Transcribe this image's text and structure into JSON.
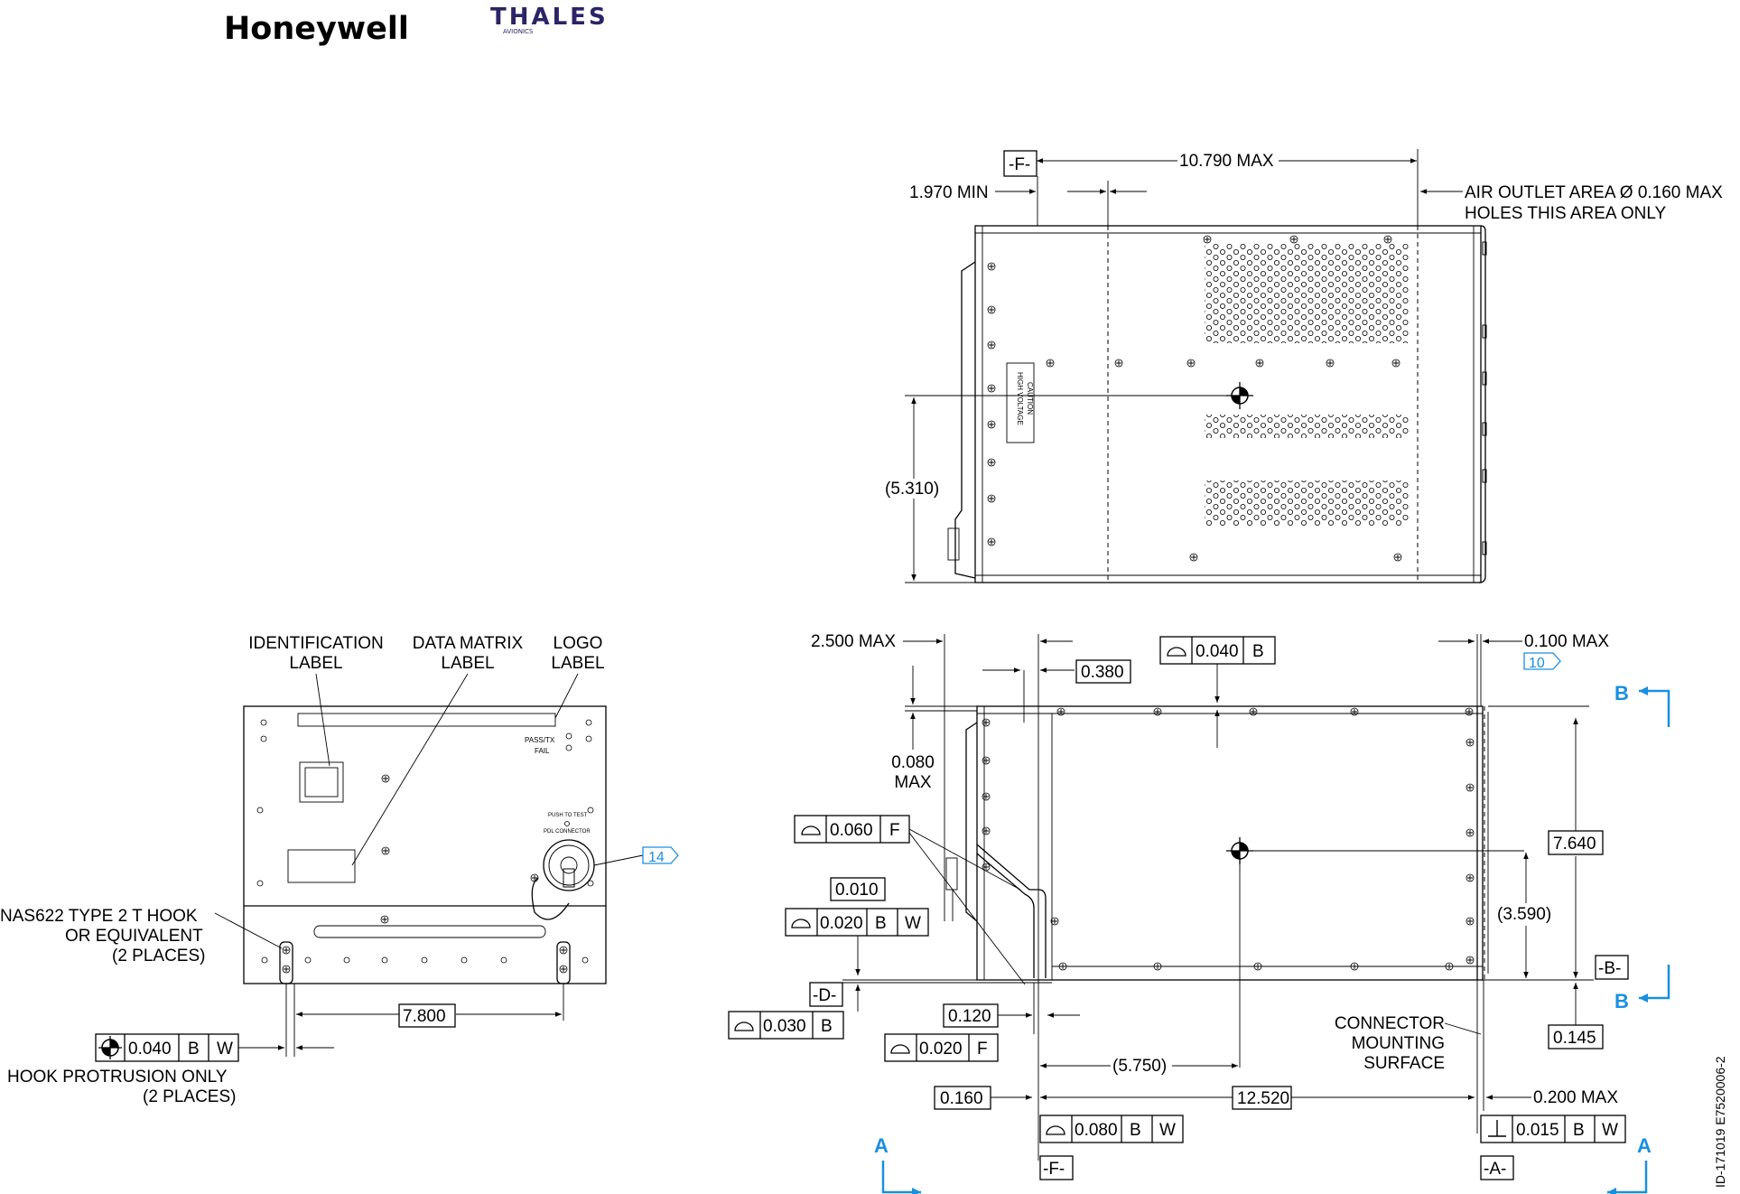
{
  "logos": {
    "honeywell": "Honeywell",
    "thales": "THALES",
    "thales_sub": "AVIONICS"
  },
  "colors": {
    "accent": "#1a8fe0",
    "line": "#000000"
  },
  "top_view": {
    "datum_f": "-F-",
    "overall_length": "10.790 MAX",
    "min_dim": "1.970 MIN",
    "air_outlet_1": "AIR OUTLET AREA Ø 0.160 MAX",
    "air_outlet_2": "HOLES THIS AREA ONLY",
    "height_ref": "(5.310)",
    "caution_1": "CAUTION",
    "caution_2": "HIGH VOLTAGE"
  },
  "front_view": {
    "id_label_1": "IDENTIFICATION",
    "id_label_2": "LABEL",
    "dm_label_1": "DATA MATRIX",
    "dm_label_2": "LABEL",
    "logo_label_1": "LOGO",
    "logo_label_2": "LABEL",
    "pass_tx": "PASS/TX",
    "fail": "FAIL",
    "push_test": "PUSH TO TEST",
    "pdl_connector": "PDL CONNECTOR",
    "callout_14": "14",
    "hook_1": "NAS622 TYPE 2 T HOOK",
    "hook_2": "OR EQUIVALENT",
    "hook_3": "(2 PLACES)",
    "hook_spacing": "7.800",
    "fcf": {
      "value": "0.040",
      "datum1": "B",
      "datum2": "W"
    },
    "protrusion_1": "HOOK PROTRUSION ONLY",
    "protrusion_2": "(2 PLACES)"
  },
  "side_view": {
    "max_2500": "2.500 MAX",
    "dim_0380": "0.380",
    "fcf_top": {
      "value": "0.040",
      "datum": "B"
    },
    "max_0100": "0.100 MAX",
    "callout_10": "10",
    "section_b": "B",
    "dim_0080_1": "0.080",
    "dim_0080_2": "MAX",
    "fcf_0060": {
      "value": "0.060",
      "datum": "F"
    },
    "dim_0010": "0.010",
    "fcf_0020bw": {
      "value": "0.020",
      "datum1": "B",
      "datum2": "W"
    },
    "datum_d": "-D-",
    "fcf_0030": {
      "value": "0.030",
      "datum": "B"
    },
    "dim_0120": "0.120",
    "fcf_0020f": {
      "value": "0.020",
      "datum": "F"
    },
    "dim_5750": "(5.750)",
    "dim_0160": "0.160",
    "dim_12520": "12.520",
    "fcf_0080": {
      "value": "0.080",
      "datum1": "B",
      "datum2": "W"
    },
    "datum_f": "-F-",
    "dim_7640": "7.640",
    "dim_3590": "(3.590)",
    "datum_b": "-B-",
    "dim_0145": "0.145",
    "connector_1": "CONNECTOR",
    "connector_2": "MOUNTING",
    "connector_3": "SURFACE",
    "max_0200": "0.200 MAX",
    "fcf_perp": {
      "value": "0.015",
      "datum1": "B",
      "datum2": "W"
    },
    "datum_a": "-A-",
    "section_a": "A"
  },
  "drawing_id": "ID-171019   E7520006-2"
}
